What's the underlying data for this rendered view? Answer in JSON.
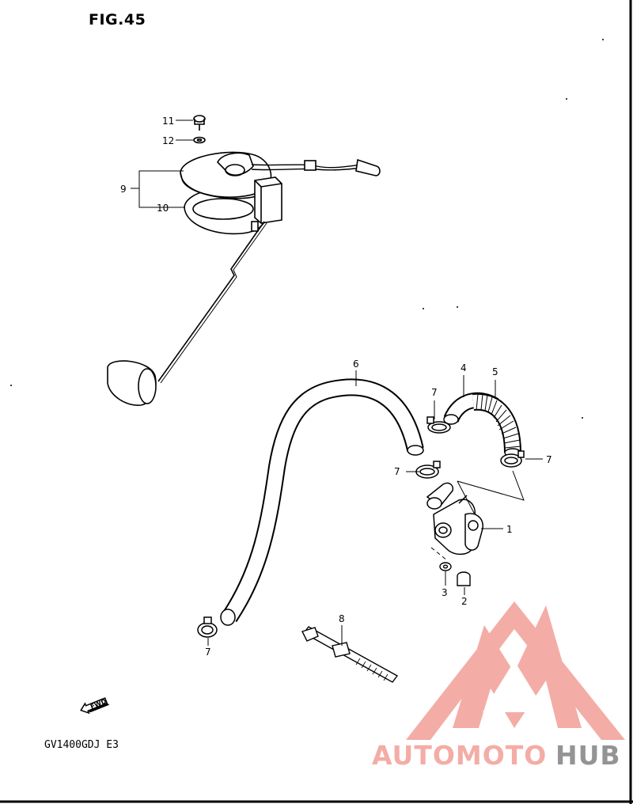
{
  "figure": {
    "title": "FIG.45",
    "model": "GV1400GDJ  E3"
  },
  "callouts": {
    "c1": "1",
    "c2": "2",
    "c3": "3",
    "c4": "4",
    "c5": "5",
    "c6": "6",
    "c7a": "7",
    "c7b": "7",
    "c7c": "7",
    "c7d": "7",
    "c8": "8",
    "c9": "9",
    "c10": "10",
    "c11": "11",
    "c12": "12"
  },
  "fwd_label": "FWD",
  "watermark": {
    "brand_part1": "AUTOMOTO",
    "brand_part2": "HUB",
    "color_primary": "#f3a9a2",
    "color_dark": "#8f8f8f"
  }
}
